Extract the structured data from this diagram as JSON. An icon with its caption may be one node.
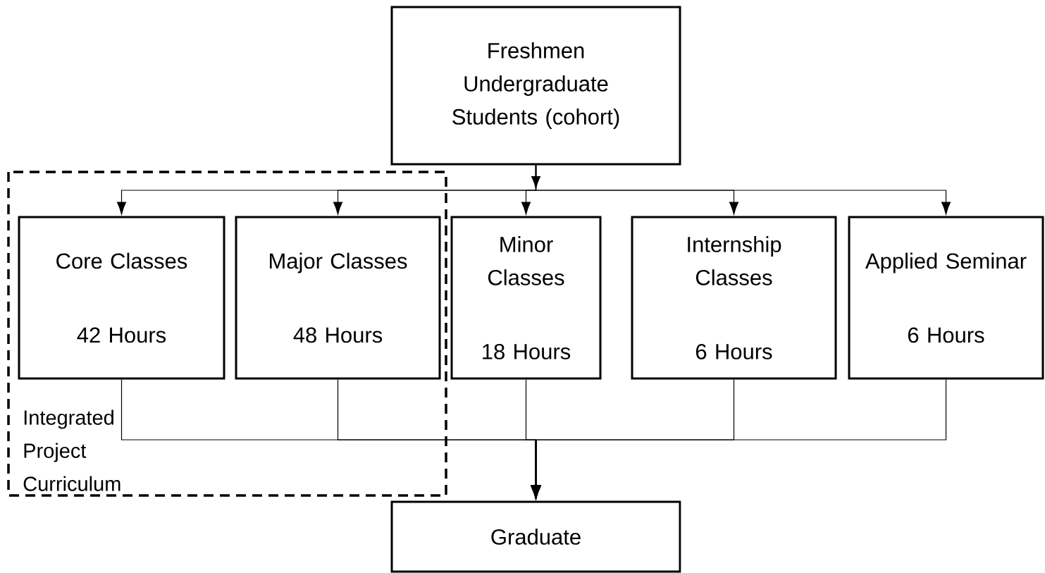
{
  "diagram": {
    "nodes": [
      {
        "text": [
          "Freshmen Undergraduate Students (cohort)"
        ]
      },
      {
        "text": [
          "Integrated Project Curriculum"
        ]
      },
      {
        "text": [
          "Core Classes",
          "42 Hours"
        ],
        "in": 1
      },
      {
        "text": [
          "Major Classes",
          "48 Hours"
        ],
        "in": 1
      },
      {
        "text": [
          "Minor Classes",
          "18 Hours"
        ]
      },
      {
        "text": [
          "Internship Classes",
          "6 Hours"
        ]
      },
      {
        "text": [
          "Applied Seminar",
          "6 Hours"
        ]
      },
      {
        "text": [
          "Graduate"
        ]
      }
    ],
    "edges": [
      {
        "from": 0,
        "to": 2,
        "arrow": "to"
      },
      {
        "from": 0,
        "to": 3,
        "arrow": "to"
      },
      {
        "from": 0,
        "to": 4,
        "arrow": "to"
      },
      {
        "from": 0,
        "to": 5,
        "arrow": "to"
      },
      {
        "from": 0,
        "to": 6,
        "arrow": "to"
      },
      {
        "from": 2,
        "to": 7,
        "arrow": "to"
      },
      {
        "from": 3,
        "to": 7,
        "arrow": "to"
      },
      {
        "from": 4,
        "to": 7,
        "arrow": "to"
      },
      {
        "from": 5,
        "to": 7,
        "arrow": "to"
      },
      {
        "from": 6,
        "to": 7,
        "arrow": "to"
      }
    ]
  }
}
